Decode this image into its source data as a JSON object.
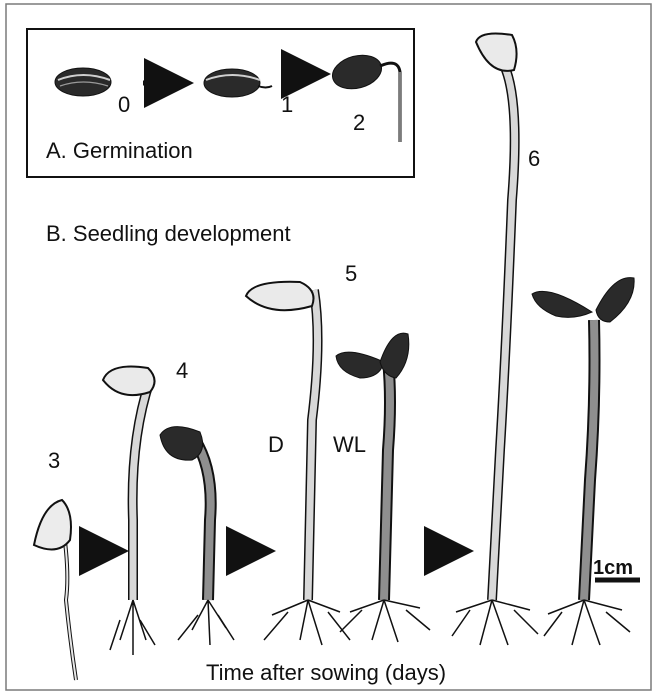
{
  "panel_a": {
    "title": "A. Germination",
    "stages": [
      "0",
      "1",
      "2"
    ]
  },
  "panel_b": {
    "title": "B. Seedling development",
    "stages": [
      "3",
      "4",
      "5",
      "6"
    ],
    "condition_dark": "D",
    "condition_light": "WL"
  },
  "scale_bar": {
    "label": "1cm"
  },
  "x_axis_label": "Time after sowing (days)",
  "colors": {
    "frame": "#7a7a7a",
    "ink": "#111111",
    "dark_hypocotyl": "#d8d8d8",
    "light_hypocotyl": "#8f8f8f",
    "seed": "#2a2a2a"
  },
  "icons": [
    "arrow-right-icon",
    "seed-icon",
    "seedling-icon",
    "root-icon",
    "scale-bar-icon"
  ]
}
